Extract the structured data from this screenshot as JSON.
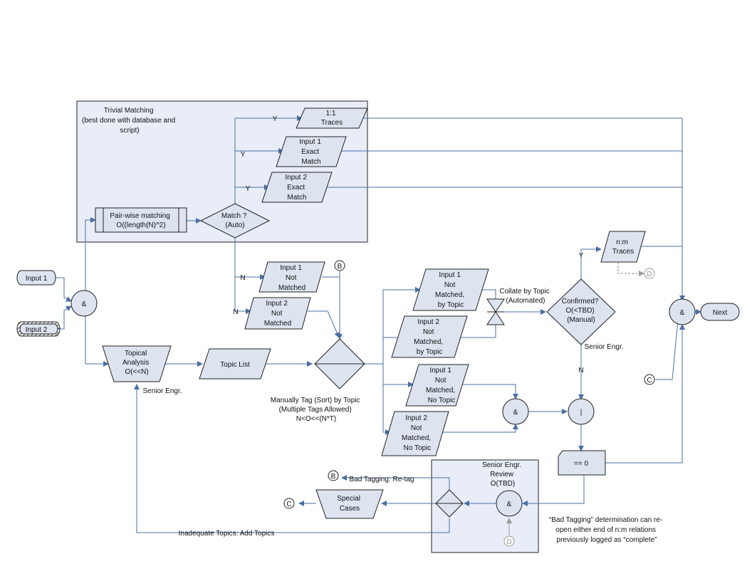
{
  "groups": {
    "trivial": [
      "Trivial Matching",
      "(best done with database and",
      "script)"
    ],
    "review": [
      "Senior Engr.",
      "Review",
      "O(TBD)"
    ]
  },
  "terminals": {
    "input1": "Input 1",
    "input2": "Input 2",
    "next": "Next"
  },
  "process": {
    "pairwise": [
      "Pair-wise matching",
      "O((length(N)^2)"
    ],
    "topical": [
      "Topical",
      "Analysis",
      "O(<<N)"
    ],
    "collate": [
      "Collate by Topic",
      "(Automated)"
    ],
    "zero_check": "== 0"
  },
  "decisions": {
    "match": [
      "Match ?",
      "(Auto)"
    ],
    "confirmed": [
      "Confirmed?",
      "O(<TBD)",
      "(Manual)"
    ]
  },
  "data_items": {
    "traces_1_1": [
      "1:1",
      "Traces"
    ],
    "input1_exact": [
      "Input 1",
      "Exact",
      "Match"
    ],
    "input2_exact": [
      "Input 2",
      "Exact",
      "Match"
    ],
    "input1_not": [
      "Input 1",
      "Not",
      "Matched"
    ],
    "input2_not": [
      "Input 2",
      "Not",
      "Matched"
    ],
    "topic_list": "Topic List",
    "in1_by_topic": [
      "Input 1",
      "Not",
      "Matched,",
      "by Topic"
    ],
    "in2_by_topic": [
      "Input 2",
      "Not",
      "Matched,",
      "by Topic"
    ],
    "in1_no_topic": [
      "Input 1",
      "Not",
      "Matched,",
      "No Topic"
    ],
    "in2_no_topic": [
      "Input 2",
      "Not",
      "Matched,",
      "No Topic"
    ],
    "nm_traces": [
      "n:m",
      "Traces"
    ],
    "special": [
      "Special",
      "Cases"
    ]
  },
  "gates": {
    "and": "&",
    "or": "|"
  },
  "connectors": {
    "b": "B",
    "c": "C",
    "d": "D"
  },
  "labels": {
    "yes": "Y",
    "no": "N",
    "senior_engr": "Senior Engr.",
    "manually_tag": [
      "Manually Tag (Sort) by Topic",
      "(Multiple Tags Allowed)",
      "N<O<<(N*T)"
    ],
    "bad_tagging": "Bad Tagging: Re-tag",
    "inadequate": "Inadequate Topics: Add Topics",
    "note": [
      "“Bad Tagging” determination can re-",
      "open either end of n:m relations",
      "previously logged as “complete”"
    ]
  },
  "colors": {
    "fill": "#dde4f0",
    "group": "#e8edf7",
    "line": "#4a6fa5"
  }
}
